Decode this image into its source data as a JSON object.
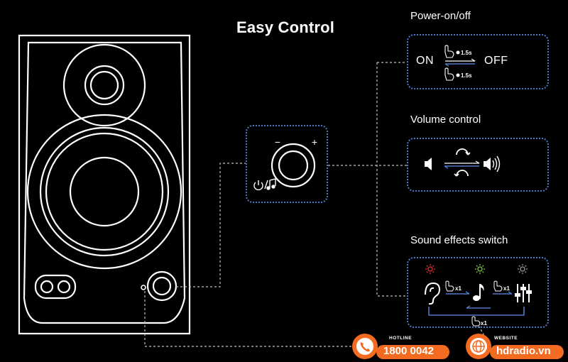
{
  "title": "Easy Control",
  "power": {
    "label": "Power-on/off",
    "on": "ON",
    "off": "OFF",
    "hold_top": "1.5s",
    "hold_bottom": "1.5s"
  },
  "volume": {
    "label": "Volume control"
  },
  "sound": {
    "label": "Sound effects switch",
    "step1": "x1",
    "step2": "x1",
    "return_step": "x1",
    "mode_colors": [
      "#e0322a",
      "#7ac943",
      "#9a9a9a"
    ]
  },
  "knob": {
    "minus": "−",
    "plus": "+"
  },
  "contact": {
    "hotline_label": "HOTLINE",
    "hotline_number": "1800 0042",
    "website_label": "WEBSITE",
    "website_url": "hdradio.vn",
    "brand_color": "#f26b21"
  },
  "colors": {
    "accent_blue": "#4f79c6",
    "connector": "#bfbfbf"
  }
}
